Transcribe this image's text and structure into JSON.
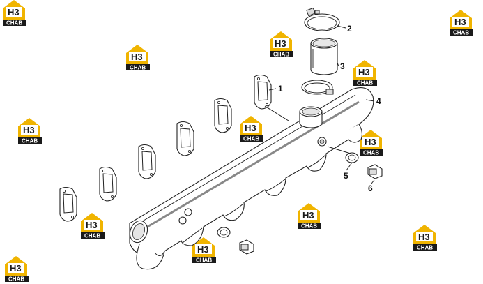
{
  "callouts": [
    {
      "id": "1",
      "label": "1"
    },
    {
      "id": "2",
      "label": "2"
    },
    {
      "id": "3",
      "label": "3"
    },
    {
      "id": "4",
      "label": "4"
    },
    {
      "id": "5",
      "label": "5"
    },
    {
      "id": "6",
      "label": "6"
    }
  ],
  "watermark": {
    "logo_text": "H3",
    "sub_text": "CHAB",
    "accent": "#f0b400",
    "dark": "#1a1a1a"
  }
}
